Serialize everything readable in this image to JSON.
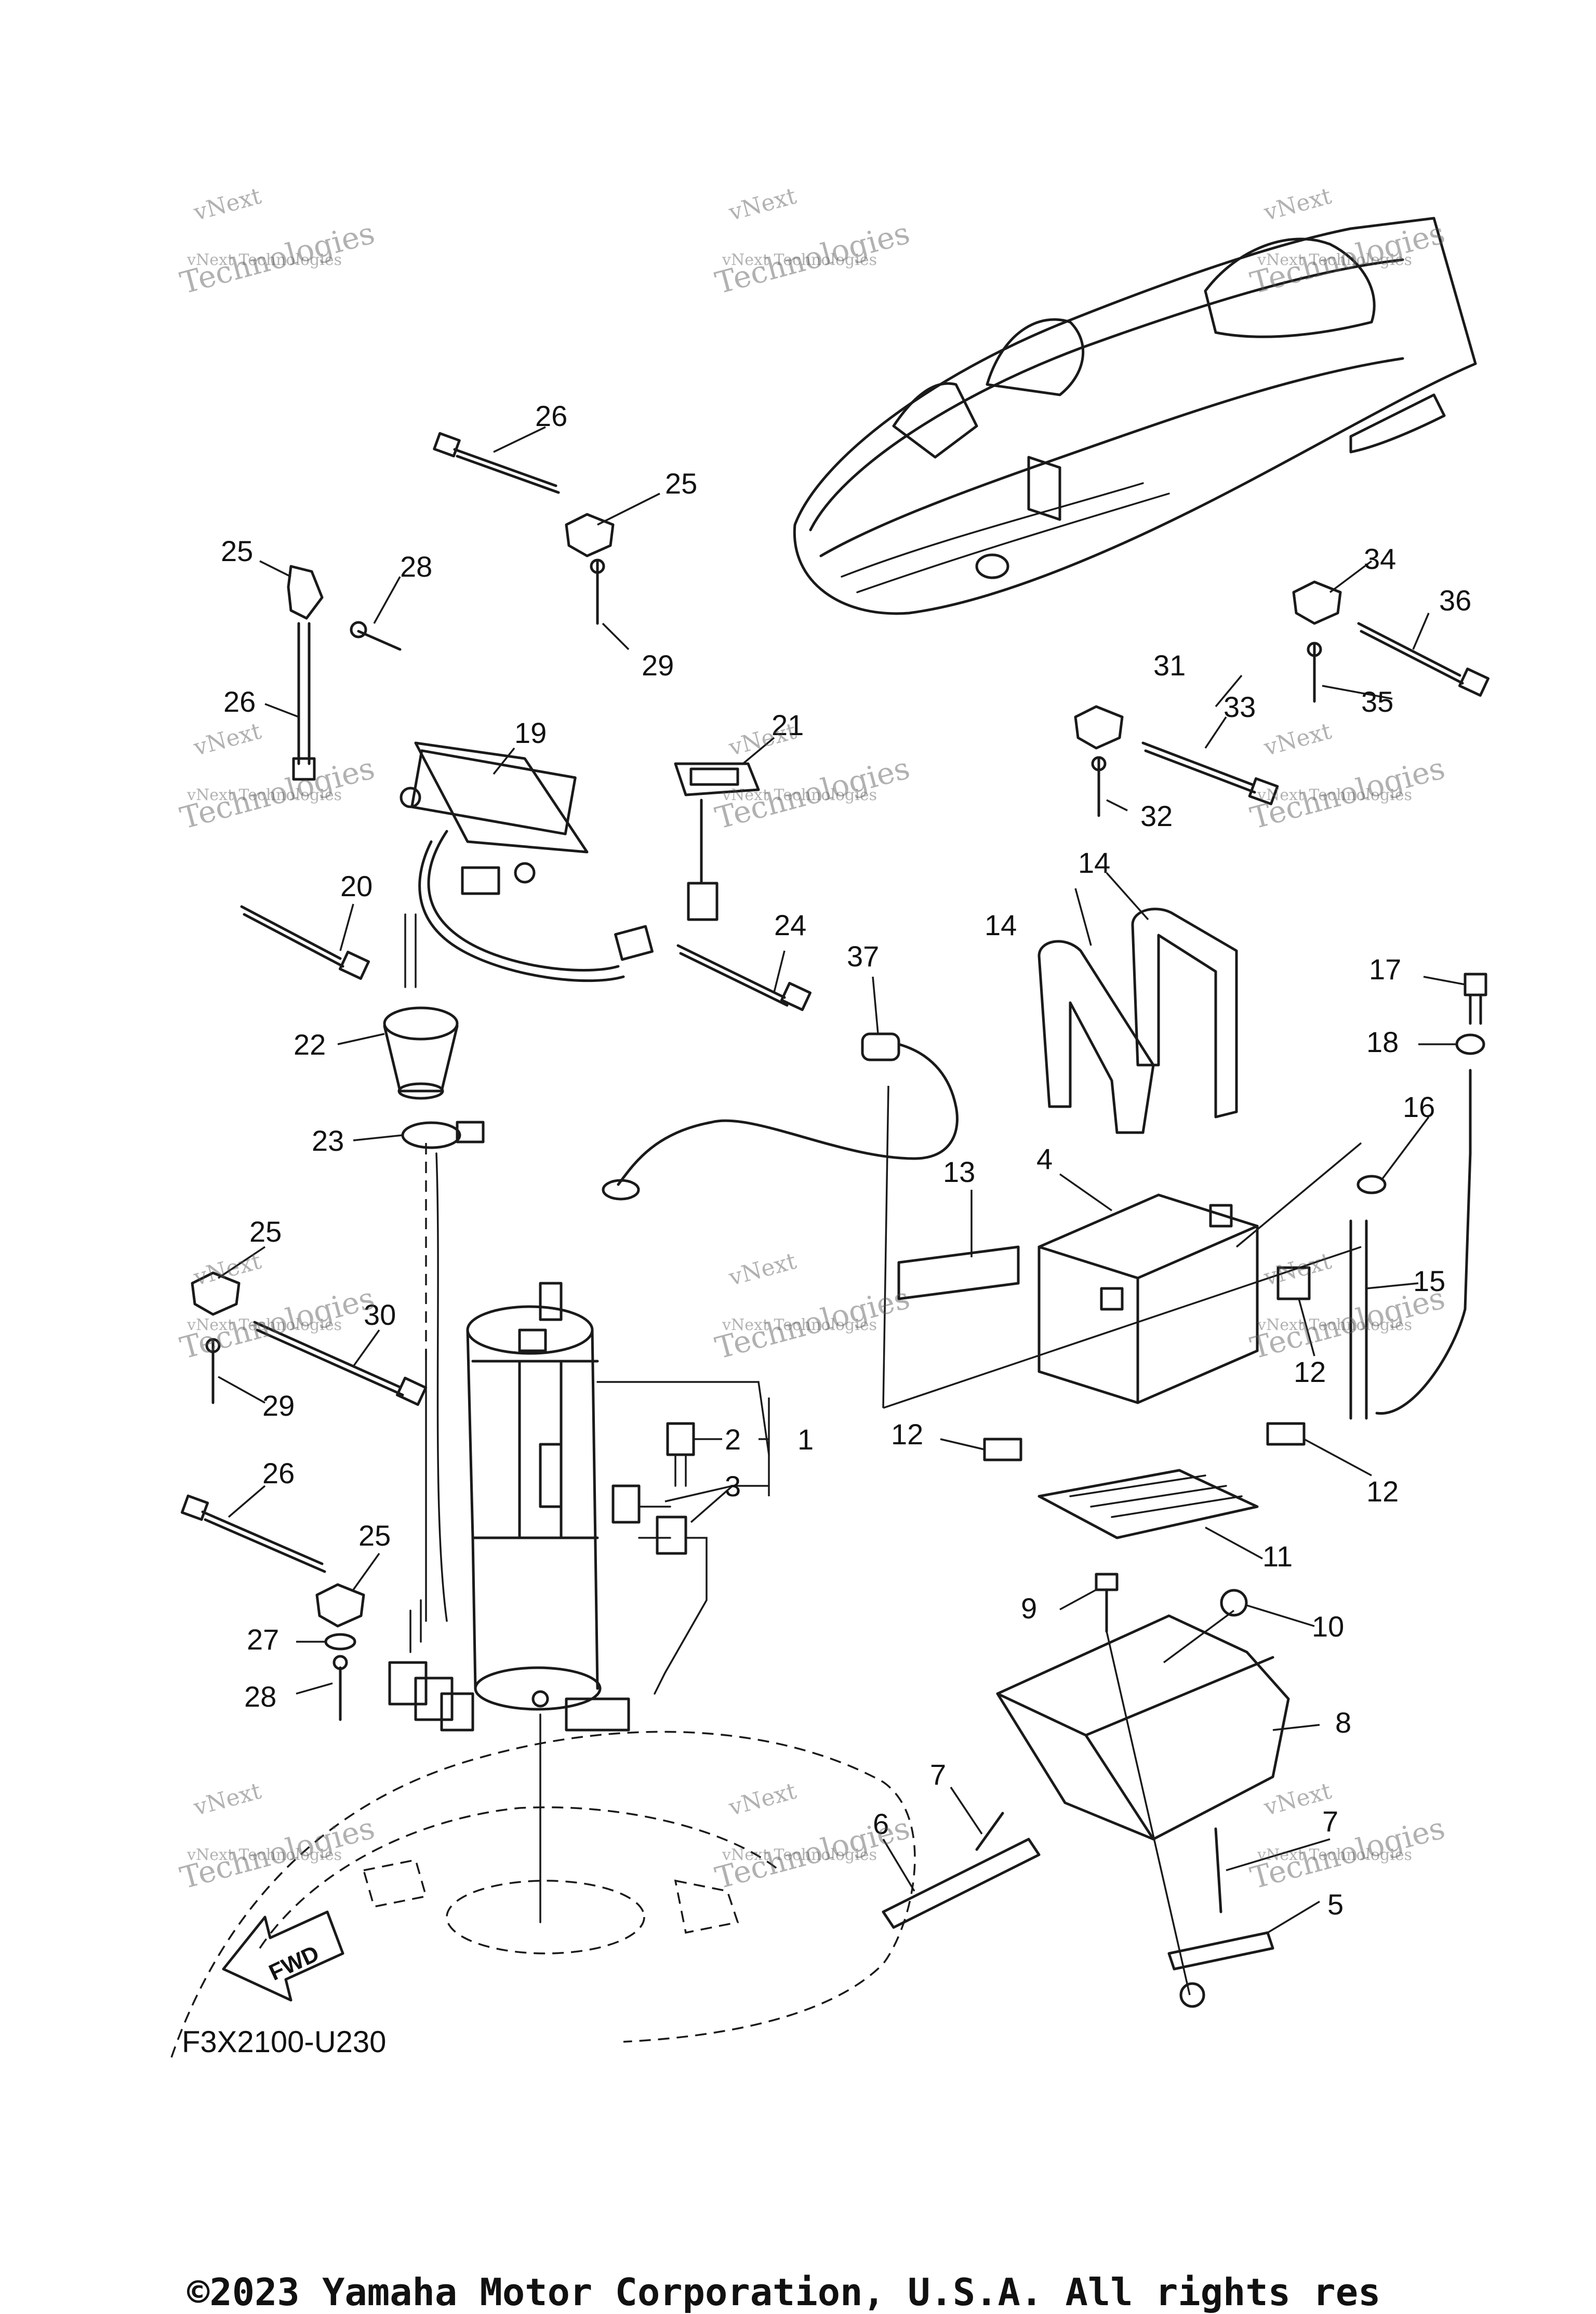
{
  "diagram_code": "F3X2100-U230",
  "fwd_label": "FWD",
  "watermark": {
    "line1": "vNext",
    "line2": "vNext Technologies",
    "line3": "Technologies"
  },
  "copyright": "©2023 Yamaha Motor Corporation, U.S.A. All rights res",
  "callouts": [
    "1",
    "2",
    "3",
    "4",
    "5",
    "6",
    "7",
    "8",
    "9",
    "10",
    "11",
    "12",
    "13",
    "14",
    "15",
    "16",
    "17",
    "18",
    "19",
    "20",
    "21",
    "22",
    "23",
    "24",
    "25",
    "26",
    "27",
    "28",
    "29",
    "30",
    "31",
    "32",
    "33",
    "34",
    "35",
    "36",
    "37"
  ]
}
